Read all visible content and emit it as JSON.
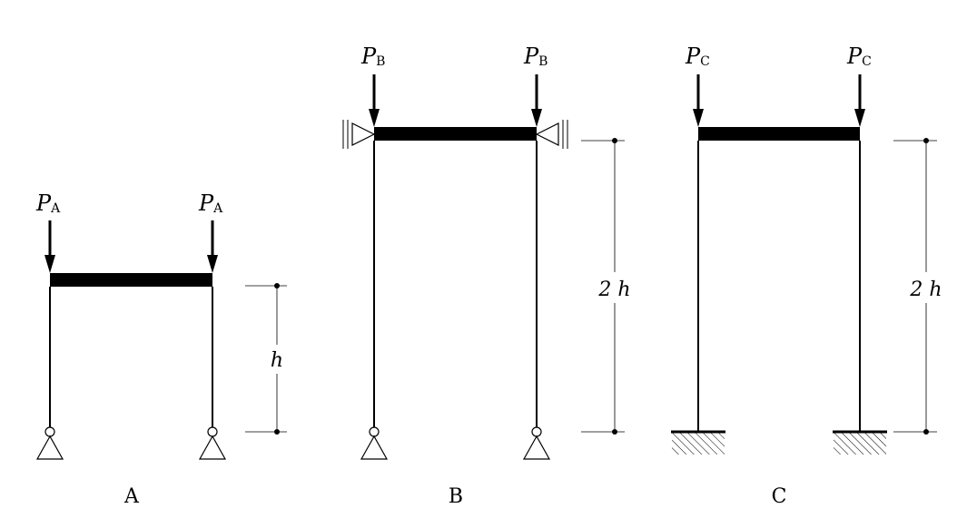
{
  "frames": [
    {
      "id": "A",
      "caption": "A",
      "load_symbol": "P",
      "load_subscript": "A",
      "height_label": "h",
      "height_factor": 1,
      "support": "pinned",
      "beam_restraint": "none"
    },
    {
      "id": "B",
      "caption": "B",
      "load_symbol": "P",
      "load_subscript": "B",
      "height_label": "2 h",
      "height_factor": 2,
      "support": "pinned",
      "beam_restraint": "lateral-roller"
    },
    {
      "id": "C",
      "caption": "C",
      "load_symbol": "P",
      "load_subscript": "C",
      "height_label": "2 h",
      "height_factor": 2,
      "support": "fixed",
      "beam_restraint": "none"
    }
  ],
  "icons": [
    "down-arrow-icon",
    "pin-support-icon",
    "fixed-support-icon",
    "roller-support-icon"
  ],
  "colors": {
    "stroke": "#000000",
    "background": "#ffffff"
  }
}
